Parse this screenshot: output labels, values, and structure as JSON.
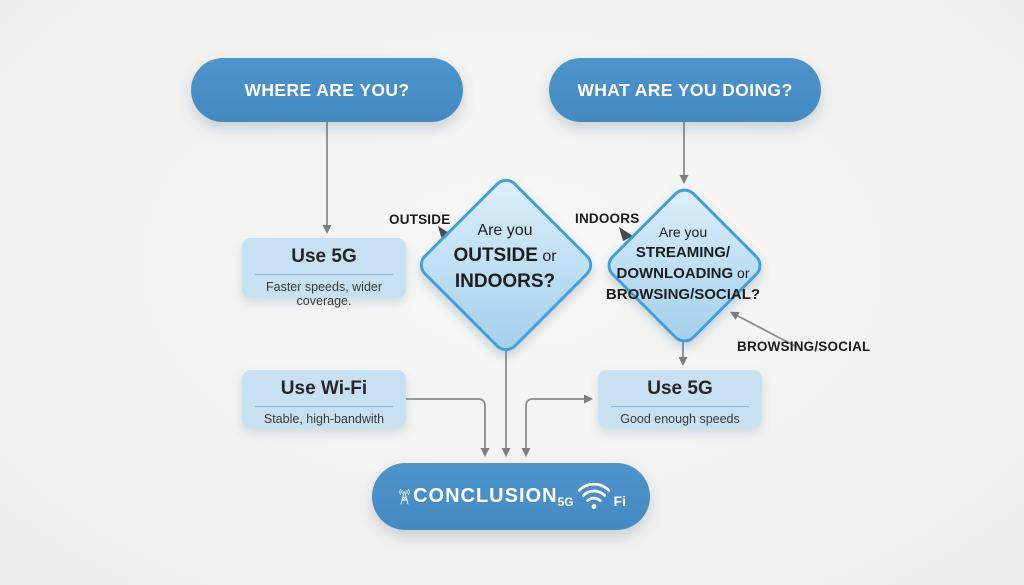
{
  "colors": {
    "pill_blue": "#4a90c8",
    "diamond_border": "#429fd9",
    "diamond_fill_light": "#ddeffa",
    "diamond_fill_dark": "#a3cfec",
    "info_box_fill": "#c7e1f2",
    "arrow_gray": "#7d7d7d",
    "background": "#f2f2f0",
    "text_dark": "#1d1d1d",
    "text_white": "#ffffff"
  },
  "nodes": {
    "where": {
      "label": "WHERE ARE YOU?"
    },
    "what": {
      "label": "WHAT ARE YOU DOING?"
    },
    "decision_location": {
      "line1": "Are you",
      "line2_bold": "OUTSIDE",
      "line2_rest": " or",
      "line3_bold": "INDOORS?"
    },
    "decision_activity": {
      "line1": "Are you",
      "line2_bold": "STREAMING/",
      "line3_bold": "DOWNLOADING",
      "line3_rest": " or",
      "line4_bold": "BROWSING/SOCIAL?"
    },
    "use5g_outside": {
      "title": "Use 5G",
      "subtitle": "Faster speeds, wider coverage."
    },
    "use_wifi": {
      "title": "Use Wi-Fi",
      "subtitle": "Stable, high-bandwith"
    },
    "use5g_browsing": {
      "title": "Use 5G",
      "subtitle": "Good enough speeds"
    },
    "conclusion": {
      "label": "CONCLUSION",
      "left_icon": "cell-tower-icon",
      "right_icon": "wifi-icon",
      "wifi_left_text": "5G",
      "wifi_right_text": "Fi"
    }
  },
  "edge_labels": {
    "outside": "OUTSIDE",
    "indoors": "INDOORS",
    "browsing_social": "BROWSING/SOCIAL"
  }
}
